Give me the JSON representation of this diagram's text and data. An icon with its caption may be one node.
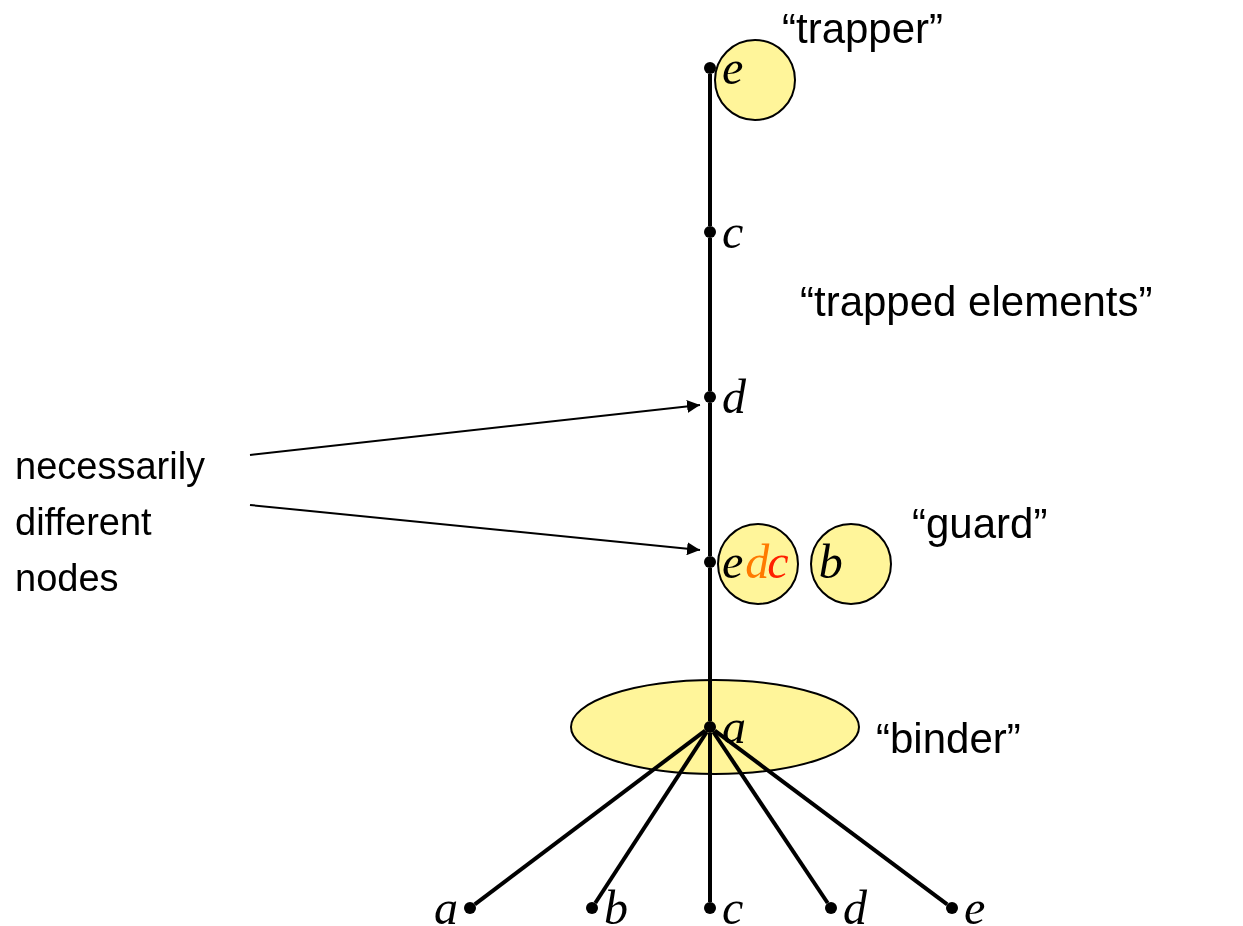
{
  "diagram": {
    "nodes": [
      {
        "text": [
          "e"
        ]
      },
      {
        "text": [
          "c"
        ]
      },
      {
        "text": [
          "d"
        ]
      },
      {
        "text": [
          "e",
          "d",
          "c",
          "b"
        ]
      },
      {
        "text": [
          "a"
        ]
      },
      {
        "text": [
          "a"
        ]
      },
      {
        "text": [
          "b"
        ]
      },
      {
        "text": [
          "c"
        ]
      },
      {
        "text": [
          "d"
        ]
      },
      {
        "text": [
          "e"
        ]
      },
      {
        "text": [
          "necessarily different nodes"
        ]
      }
    ],
    "edges": [
      {
        "from": 0,
        "to": 1,
        "arrow": "none"
      },
      {
        "from": 1,
        "to": 2,
        "arrow": "none"
      },
      {
        "from": 2,
        "to": 3,
        "arrow": "none"
      },
      {
        "from": 3,
        "to": 4,
        "arrow": "none"
      },
      {
        "from": 4,
        "to": 5,
        "arrow": "none"
      },
      {
        "from": 4,
        "to": 6,
        "arrow": "none"
      },
      {
        "from": 4,
        "to": 7,
        "arrow": "none"
      },
      {
        "from": 4,
        "to": 8,
        "arrow": "none"
      },
      {
        "from": 4,
        "to": 9,
        "arrow": "none"
      },
      {
        "from": 10,
        "to": 2,
        "arrow": "to"
      },
      {
        "from": 10,
        "to": 3,
        "arrow": "to"
      }
    ],
    "labels": [
      "“trapper”",
      "“trapped elements”",
      "“guard”",
      "“binder”"
    ]
  }
}
